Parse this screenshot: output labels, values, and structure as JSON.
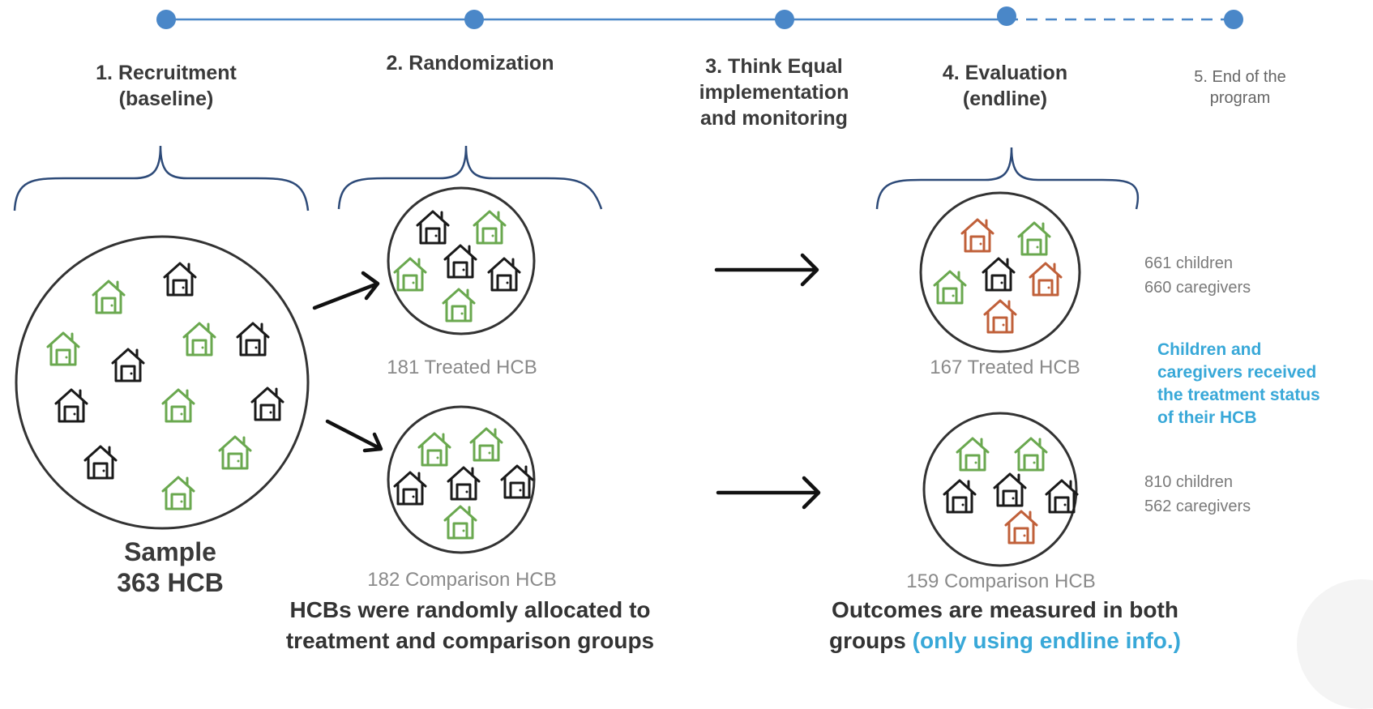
{
  "steps": [
    {
      "label": "1. Recruitment",
      "sub": "(baseline)"
    },
    {
      "label": "2. Randomization"
    },
    {
      "label": "3. Think Equal",
      "sub": "implementation",
      "sub2": "and monitoring"
    },
    {
      "label": "4. Evaluation",
      "sub": "(endline)"
    },
    {
      "label": "5. End of the",
      "sub": "program"
    }
  ],
  "sample": {
    "label": "Sample",
    "count": "363 HCB"
  },
  "groups": {
    "rand_treated": "181 Treated HCB",
    "rand_comparison": "182 Comparison HCB",
    "eval_treated": "167 Treated HCB",
    "eval_comparison": "159 Comparison HCB"
  },
  "counts": {
    "treated_children": "661 children",
    "treated_caregivers": "660 caregivers",
    "comparison_children": "810 children",
    "comparison_caregivers": "562 caregivers"
  },
  "note": {
    "line1": "Children and",
    "line2": "caregivers received",
    "line3": "the treatment status",
    "line4": "of their HCB"
  },
  "captions": {
    "randomization_line1": "HCBs were randomly allocated to",
    "randomization_line2": "treatment and comparison groups",
    "evaluation_line1": "Outcomes are measured in both",
    "evaluation_line2_main": "groups",
    "evaluation_line2_highlight": "(only using endline info.)"
  },
  "colors": {
    "timeline": "#4a87c8",
    "brace": "#2d4a78",
    "house_treated": "#6aa84f",
    "house_comparison": "#1a1a1a",
    "house_child": "#c0603a",
    "highlight": "#38a8d8"
  },
  "icons": {
    "house": "house-icon",
    "arrow": "arrow-icon",
    "brace": "curly-brace-icon"
  }
}
